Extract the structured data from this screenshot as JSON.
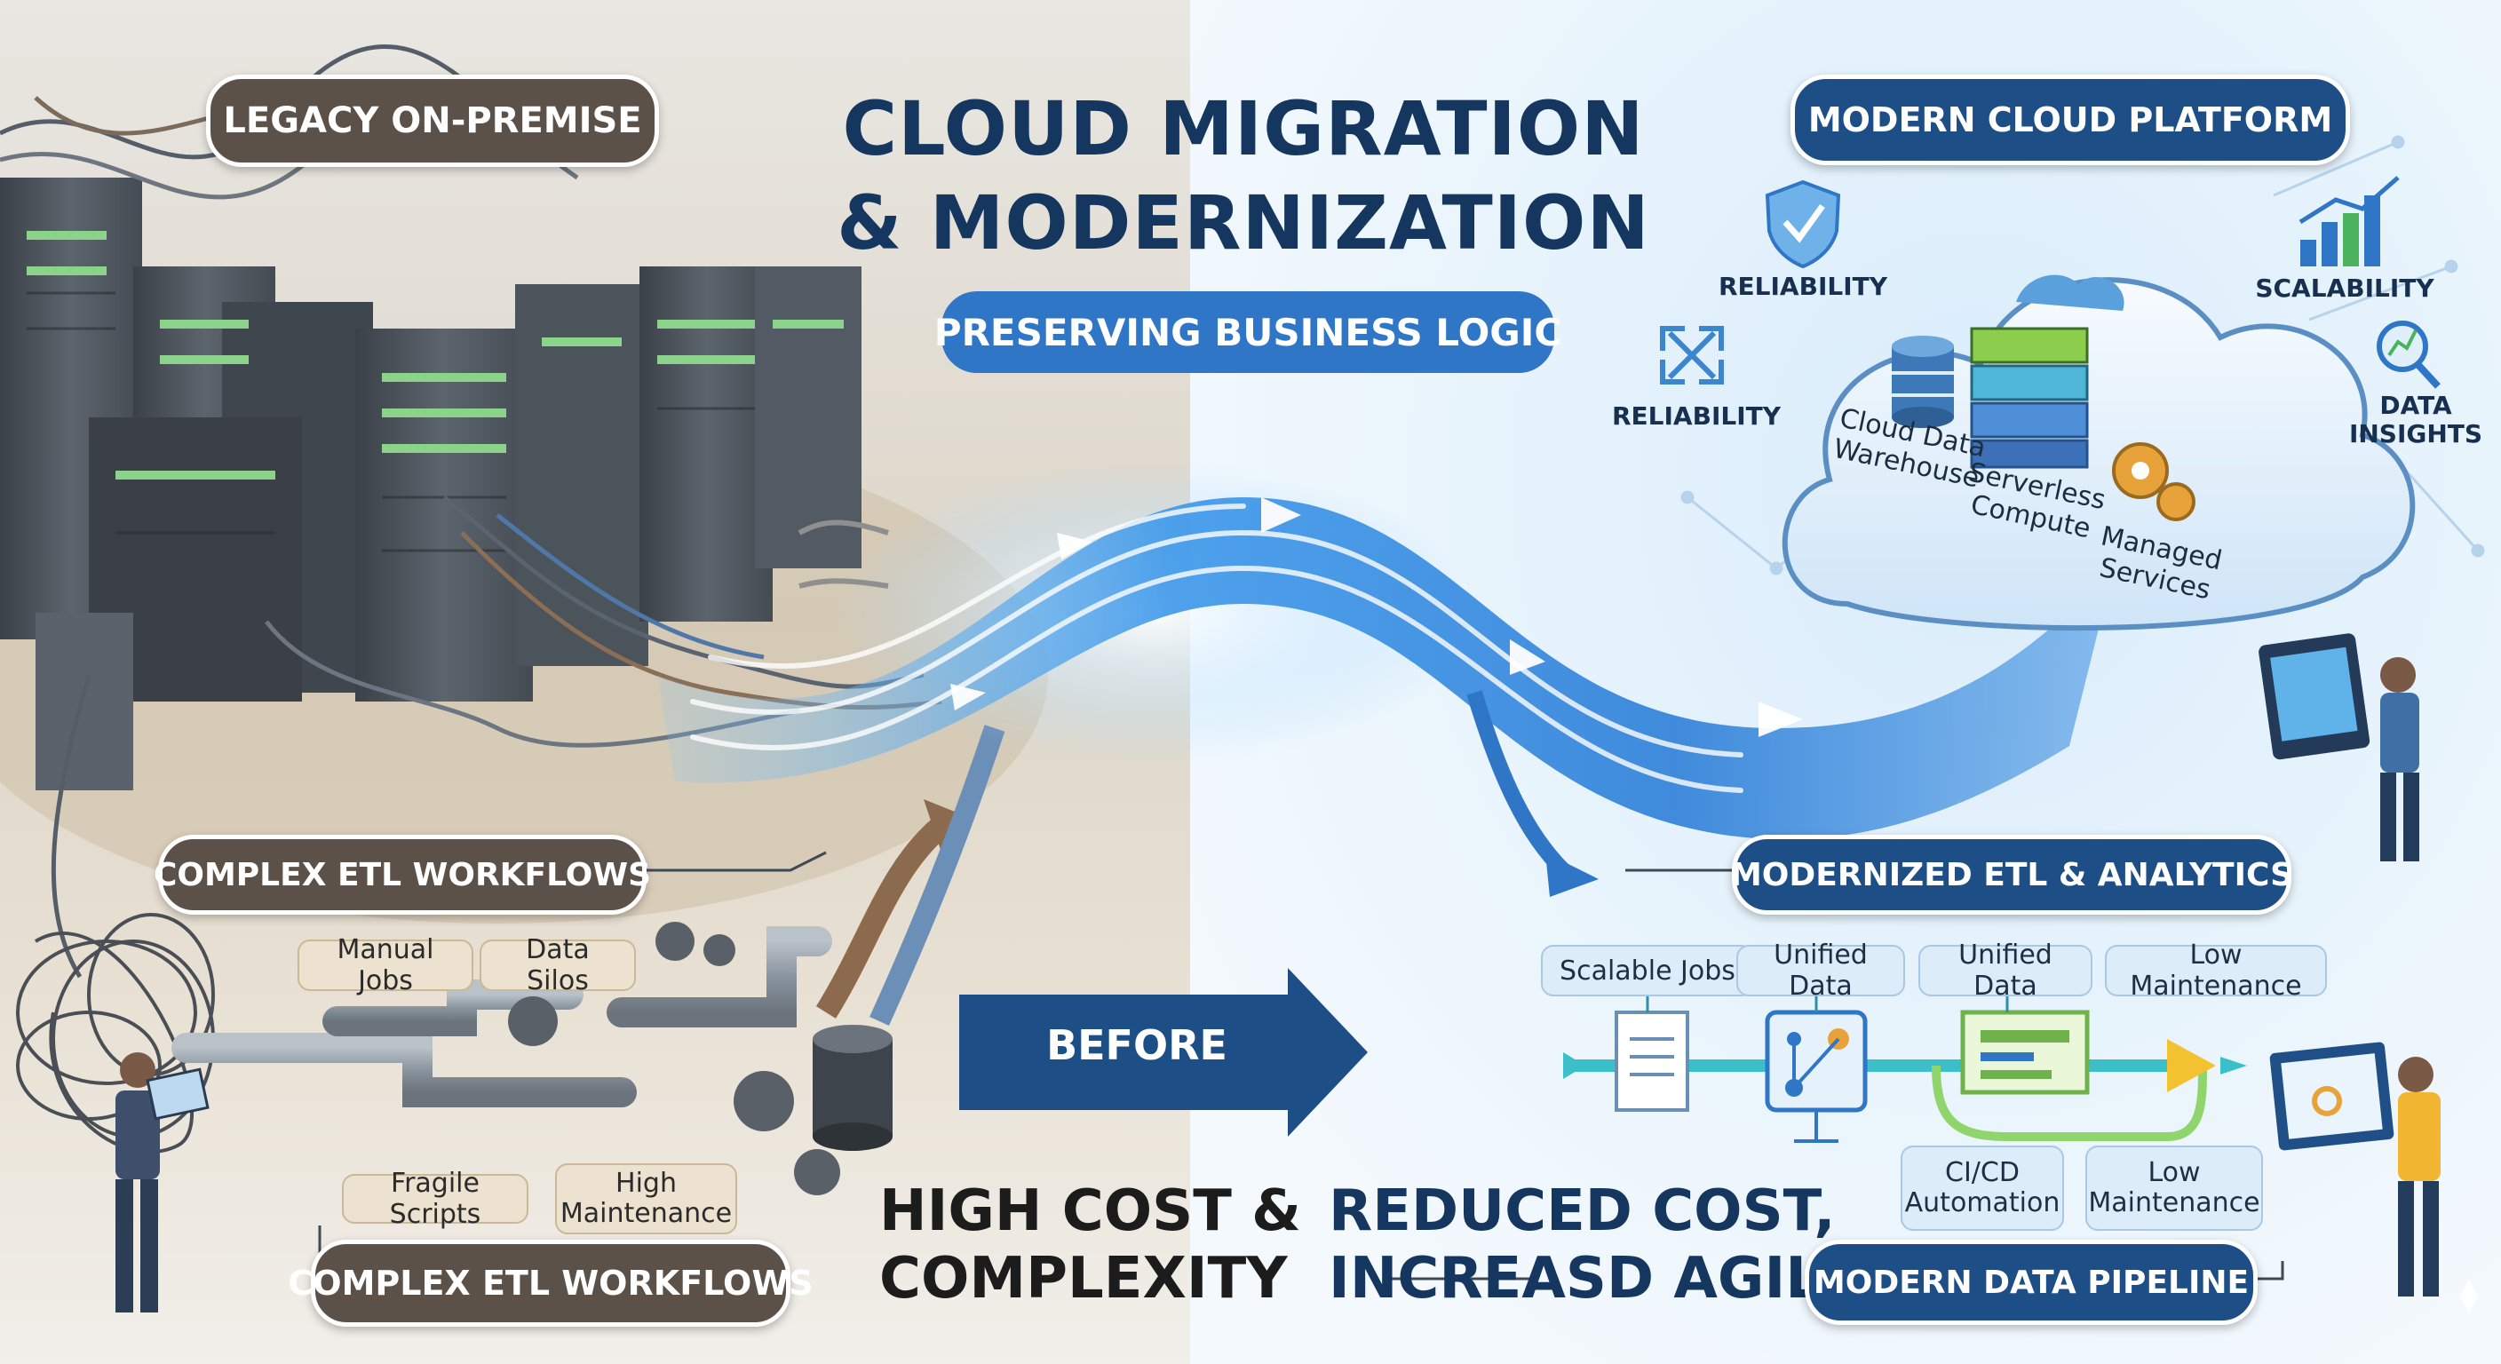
{
  "title_line1": "CLOUD MIGRATION",
  "title_line2": "& MODERNIZATION",
  "subtitle": "PRESERVING BUSINESS LOGIC",
  "left": {
    "header": "LEGACY ON-PREMISE",
    "etl_label_top": "COMPLEX ETL WORKFLOWS",
    "etl_label_bottom": "COMPLEX ETL WORKFLOWS",
    "tags": [
      "Manual Jobs",
      "Data Silos",
      "Fragile Scripts",
      "High Maintenance"
    ],
    "cost_line1": "HIGH COST &",
    "cost_line2": "COMPLEXITY"
  },
  "center": {
    "before_label": "BEFORE",
    "result_line1": "REDUCED COST,",
    "result_line2": "INCREASD AGILITY"
  },
  "right": {
    "header": "MODERN CLOUD PLATFORM",
    "benefits": {
      "reliability_shield": "RELIABILITY",
      "reliability_arrows": "RELIABILITY",
      "scalability": "SCALABILITY",
      "insights_line1": "DATA",
      "insights_line2": "INSIGHTS"
    },
    "cloud_services": [
      {
        "line1": "Cloud Data",
        "line2": "Warehouse"
      },
      {
        "line1": "Serverless",
        "line2": "Compute"
      },
      {
        "line1": "Managed",
        "line2": "Services"
      }
    ],
    "etl_header": "MODERNIZED ETL & ANALYTICS",
    "pipeline_tags": [
      "Scalable Jobs",
      "Unified Data",
      "Unified Data",
      "Low Maintenance"
    ],
    "bottom_tags": [
      {
        "line1": "CI/CD",
        "line2": "Automation"
      },
      {
        "line1": "Low",
        "line2": "Maintenance"
      }
    ],
    "pipeline_label": "MODERN DATA PIPELINE"
  },
  "colors": {
    "navy": "#15365f",
    "accent_blue": "#2f76c7",
    "legacy_brown": "#5b5149",
    "flow_blue": "#4aa3ee"
  }
}
